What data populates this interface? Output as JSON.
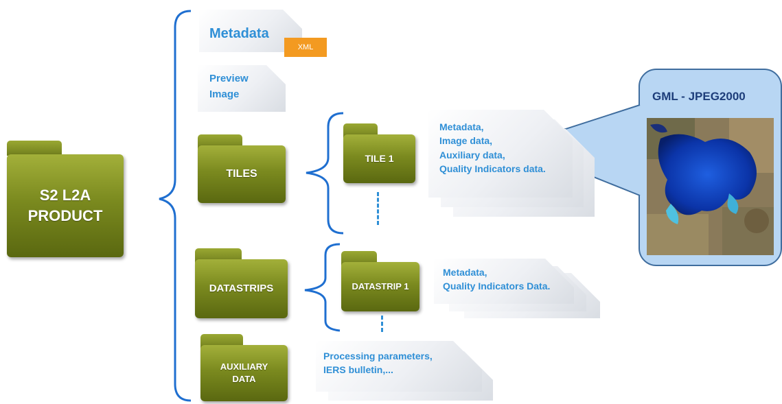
{
  "root": {
    "label_line1": "S2 L2A",
    "label_line2": "PRODUCT"
  },
  "metadata": {
    "label": "Metadata",
    "badge": "XML"
  },
  "preview": {
    "label_line1": "Preview",
    "label_line2": "Image"
  },
  "tiles": {
    "folder_label": "TILES",
    "child_label": "TILE 1",
    "content": [
      "Metadata,",
      "Image data,",
      "Auxiliary data,",
      "Quality Indicators data."
    ]
  },
  "datastrips": {
    "folder_label": "DATASTRIPS",
    "child_label": "DATASTRIP 1",
    "content": [
      "Metadata,",
      "Quality Indicators Data."
    ]
  },
  "auxiliary": {
    "label_line1": "AUXILIARY",
    "label_line2": "DATA",
    "content": [
      "Processing parameters,",
      "IERS bulletin,..."
    ]
  },
  "callout": {
    "title": "GML - JPEG2000"
  },
  "colors": {
    "folder": "#7b8a1f",
    "text_blue": "#2f8fd6",
    "bracket": "#1f6fd0",
    "badge": "#f39a21",
    "callout_bg": "#b8d6f3"
  }
}
